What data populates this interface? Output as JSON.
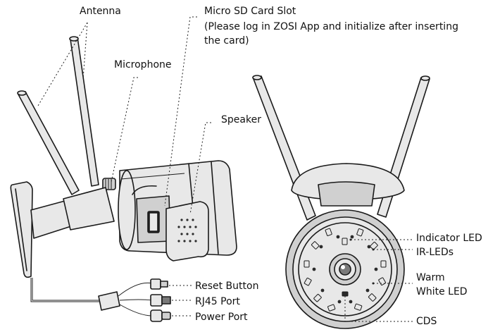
{
  "labels": {
    "antenna": "Antenna",
    "sd_slot_title": "Micro SD Card Slot",
    "sd_slot_note_1": "(Please log in ZOSI App and initialize after inserting",
    "sd_slot_note_2": "the card)",
    "microphone": "Microphone",
    "speaker": "Speaker",
    "reset_button": "Reset Button",
    "rj45_port": "RJ45 Port",
    "power_port": "Power Port",
    "indicator_led": "Indicator LED",
    "ir_leds": "IR-LEDs",
    "warm_white_1": "Warm",
    "warm_white_2": "White LED",
    "cds": "CDS"
  }
}
